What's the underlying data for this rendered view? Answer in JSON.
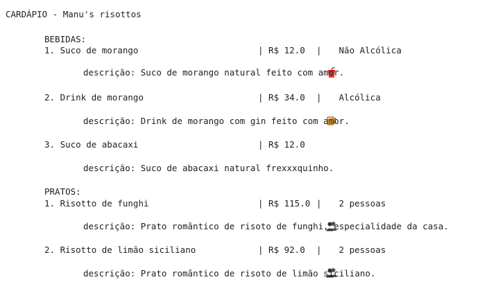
{
  "title": "CARDÁPIO - Manu's risottos",
  "sections": [
    {
      "label": "BEBIDAS:",
      "items": [
        {
          "name": "1. Suco de morango",
          "price": "| R$ 12.0",
          "separator": "|",
          "icon": "cup-with-straw-icon",
          "extra": "Não Alcólica",
          "description": "descrição: Suco de morango natural feito com amor."
        },
        {
          "name": "2. Drink de morango",
          "price": "| R$ 34.0",
          "separator": "|",
          "icon": "beer-mug-icon",
          "extra": "Alcólica",
          "description": "descrição: Drink de morango com gin feito com amor."
        },
        {
          "name": "3. Suco de abacaxi",
          "price": "| R$ 12.0",
          "description": "descrição: Suco de abacaxi natural frexxxquinho."
        }
      ]
    },
    {
      "label": "PRATOS:",
      "items": [
        {
          "name": "1. Risotto de funghi",
          "price": "| R$ 115.0",
          "separator": "|",
          "icon": "people-icon",
          "extra": "2 pessoas",
          "description": "descrição: Prato romântico de risoto de funghi, especialidade da casa."
        },
        {
          "name": "2. Risotto de limão siciliano",
          "price": "| R$ 92.0",
          "separator": "|",
          "icon": "people-icon",
          "extra": "2 pessoas",
          "description": "descrição: Prato romântico de risoto de limão siciliano."
        }
      ]
    }
  ]
}
